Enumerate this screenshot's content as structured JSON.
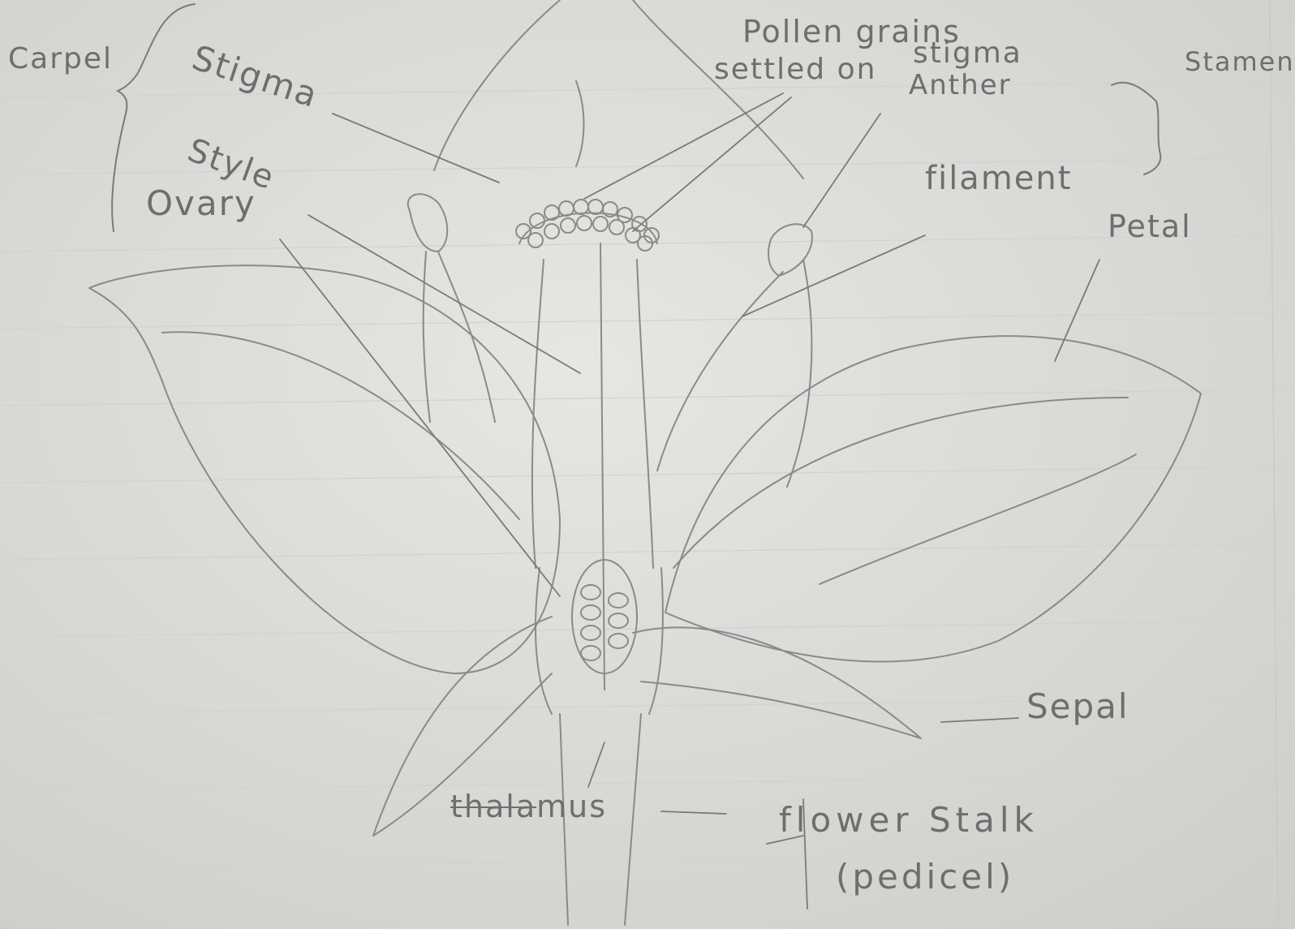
{
  "labels": {
    "carpel": "Carpel",
    "stigma": "Stigma",
    "style": "Style",
    "ovary": "Ovary",
    "pollen_line1": "Pollen grains",
    "pollen_line2": "settled on",
    "pollen_line3": "stigma",
    "anther": "Anther",
    "stamen": "Stamen",
    "filament": "filament",
    "petal": "Petal",
    "sepal": "Sepal",
    "thalamus_struck": "thala",
    "thalamus_rest": "mus",
    "flower_stalk": "flower Stalk",
    "pedicel": "(pedicel)"
  },
  "colors": {
    "paper": "#dcdcd9",
    "pencil": "#8a8a8a",
    "ruled_line": "#cfd2d6"
  }
}
